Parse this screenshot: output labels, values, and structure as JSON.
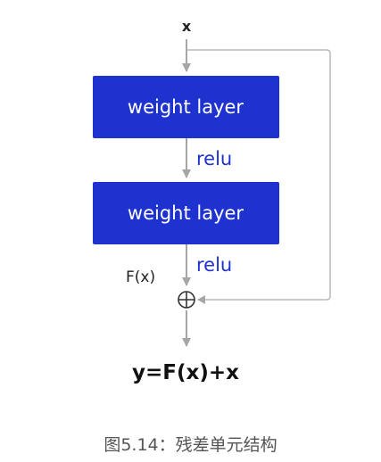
{
  "diagram": {
    "input_label": "x",
    "layer1_label": "weight layer",
    "relu1_label": "relu",
    "layer2_label": "weight layer",
    "relu2_label": "relu",
    "fx_label": "F(x)",
    "sum_symbol": "⊕",
    "output_label": "y=F(x)+x"
  },
  "caption": "图5.14：残差单元结构",
  "colors": {
    "box_fill": "#1e32cf",
    "relu_text": "#1e32cf",
    "arrow": "#a6a6a6",
    "skip_line": "#b8b8b8"
  }
}
